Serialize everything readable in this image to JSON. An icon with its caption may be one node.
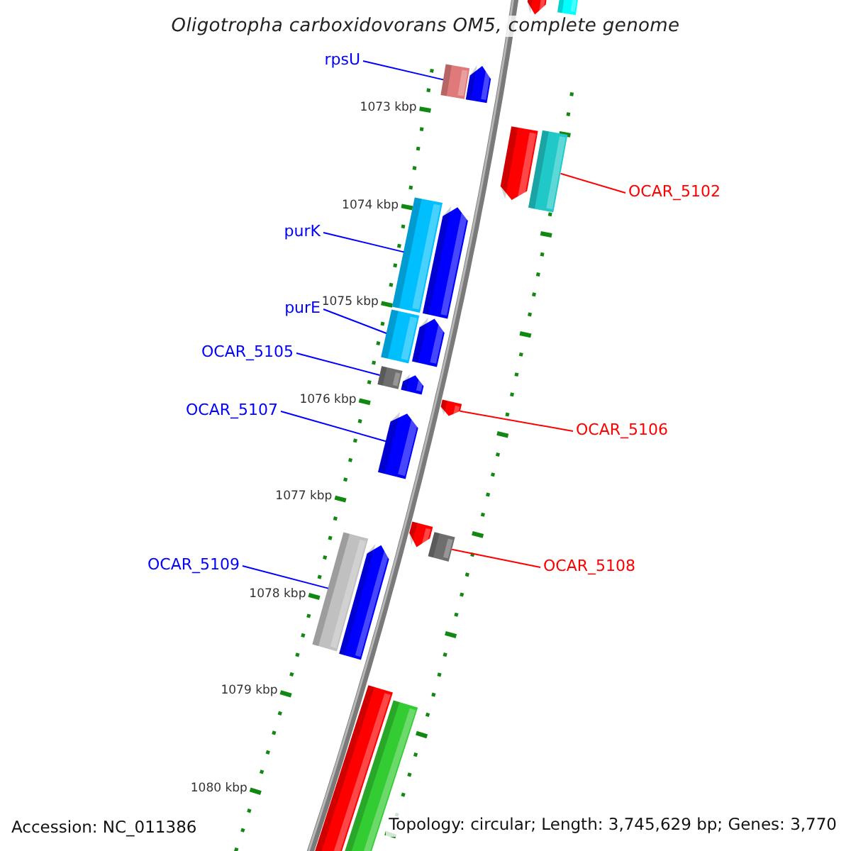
{
  "diagram": {
    "title": "Oligotropha carboxidovorans OM5, complete genome",
    "nodes": [
      {
        "text": [
          "rpsU"
        ]
      },
      {
        "text": [
          "OCAR_5102"
        ]
      },
      {
        "text": [
          "purK"
        ]
      },
      {
        "text": [
          "purE"
        ]
      },
      {
        "text": [
          "OCAR_5105"
        ]
      },
      {
        "text": [
          "OCAR_5107"
        ]
      },
      {
        "text": [
          "OCAR_5106"
        ]
      },
      {
        "text": [
          "OCAR_5109"
        ]
      },
      {
        "text": [
          "OCAR_5108"
        ]
      },
      {
        "text": [],
        "shape": "pentagon"
      },
      {
        "text": [],
        "shape": "box"
      },
      {
        "text": [],
        "shape": "box"
      },
      {
        "text": [],
        "shape": "pentagon"
      },
      {
        "text": [],
        "shape": "pentagon"
      },
      {
        "text": [],
        "shape": "box"
      },
      {
        "text": [],
        "shape": "box"
      },
      {
        "text": [],
        "shape": "pentagon"
      },
      {
        "text": [],
        "shape": "box"
      },
      {
        "text": [],
        "shape": "pentagon"
      },
      {
        "text": [],
        "shape": "box"
      },
      {
        "text": [],
        "shape": "pentagon"
      },
      {
        "text": [],
        "shape": "pentagon"
      },
      {
        "text": [],
        "shape": "pentagon"
      },
      {
        "text": [],
        "shape": "pentagon"
      },
      {
        "text": [],
        "shape": "box"
      },
      {
        "text": [],
        "shape": "box"
      },
      {
        "text": [],
        "shape": "pentagon"
      },
      {
        "text": [],
        "shape": "box"
      },
      {
        "text": [],
        "shape": "box"
      }
    ],
    "edges": [
      {
        "from": 0,
        "to": 11,
        "arrow": "none"
      },
      {
        "from": 1,
        "to": 14,
        "arrow": "none",
        "color": "#ff0000"
      },
      {
        "from": 2,
        "to": 15,
        "arrow": "none"
      },
      {
        "from": 3,
        "to": 17,
        "arrow": "none"
      },
      {
        "from": 4,
        "to": 19,
        "arrow": "none"
      },
      {
        "from": 5,
        "to": 22,
        "arrow": "none"
      },
      {
        "from": 6,
        "to": 21,
        "arrow": "none",
        "color": "#ff0000"
      },
      {
        "from": 7,
        "to": 25,
        "arrow": "none"
      },
      {
        "from": 8,
        "to": 24,
        "arrow": "none",
        "color": "#ff0000"
      }
    ],
    "labels": [
      "1073 kbp",
      "1074 kbp",
      "1075 kbp",
      "1076 kbp",
      "1077 kbp",
      "1078 kbp",
      "1079 kbp",
      "1080 kbp",
      "Accession: NC_011386",
      "Topology: circular; Length: 3,745,629 bp; Genes: 3,770"
    ]
  }
}
